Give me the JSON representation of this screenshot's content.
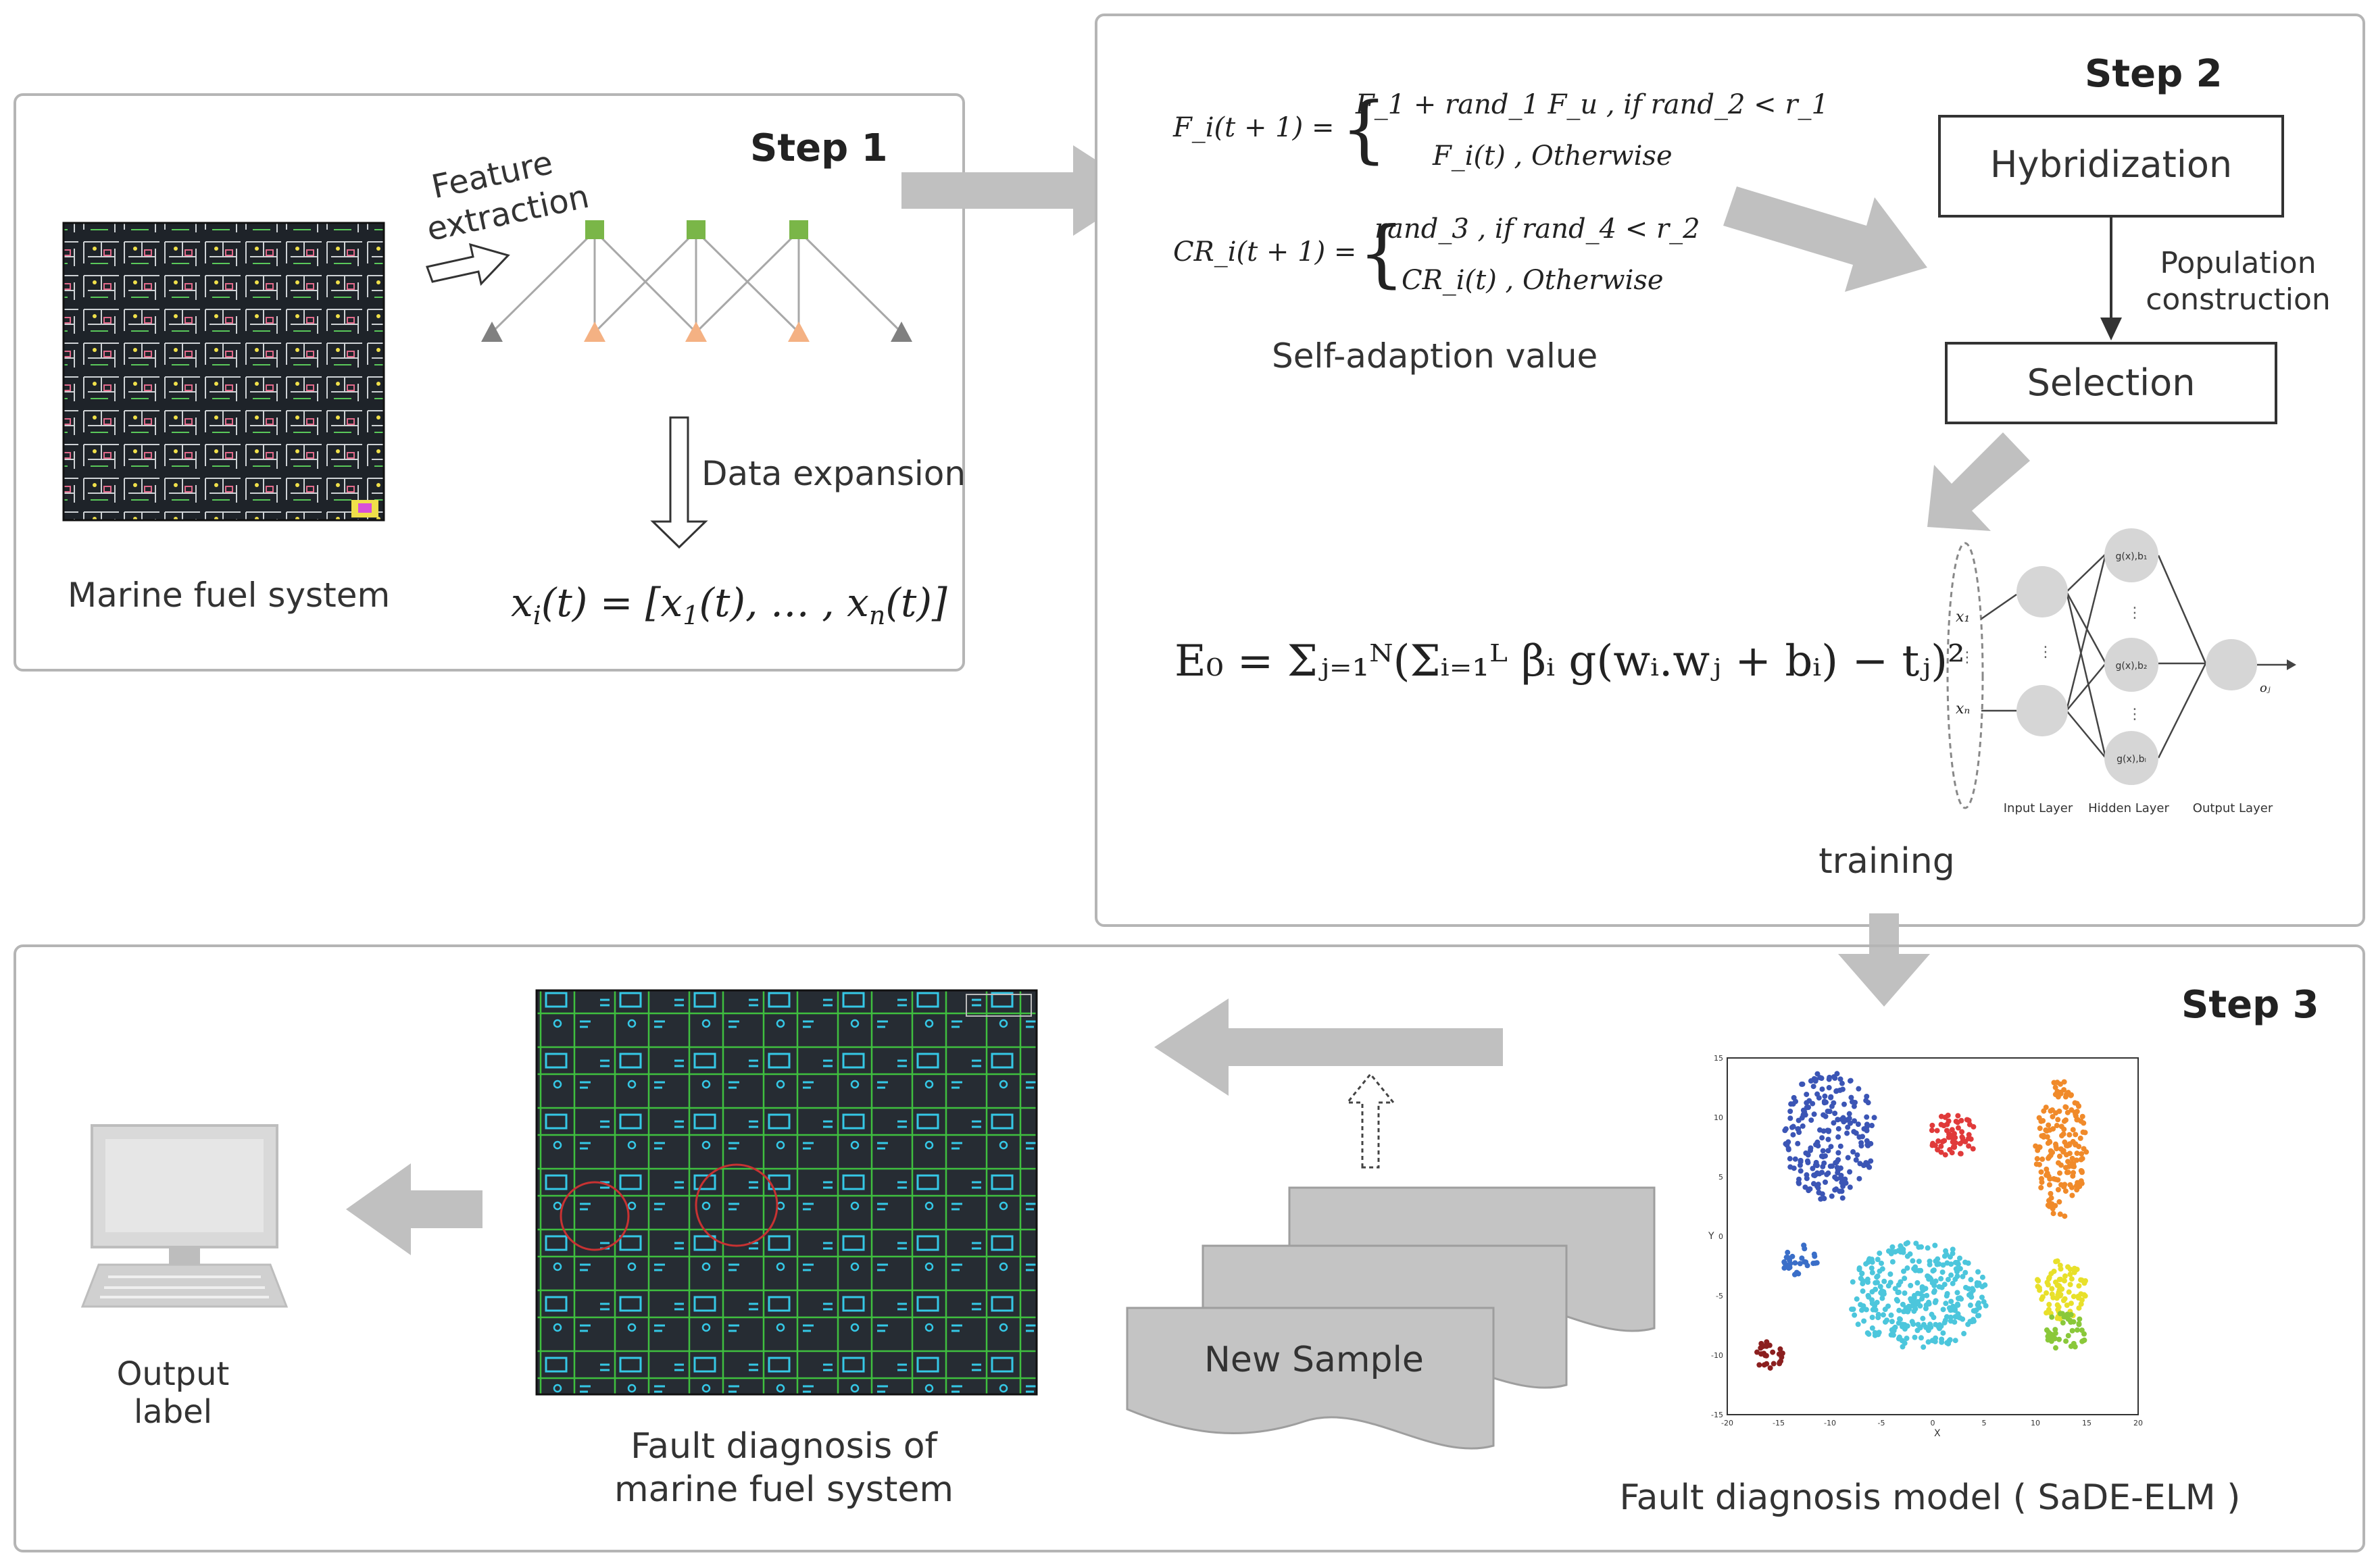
{
  "step1": {
    "title": "Step 1",
    "system_label": "Marine fuel system",
    "feature_line1": "Feature",
    "feature_line2": "extraction",
    "data_expansion": "Data expansion",
    "formula_x": "x",
    "formula_sub_i": "i",
    "formula_rest": "(t) = [x",
    "formula_sub_1": "1",
    "formula_mid": "(t), … , x",
    "formula_sub_n": "n",
    "formula_end": "(t)]"
  },
  "step2": {
    "title": "Step 2",
    "f_lhs": "F_i(t + 1) =",
    "f_case1": "F_1 + rand_1 F_u ,   if rand_2 < r_1",
    "f_case2": "F_i(t) ,   Otherwise",
    "cr_lhs": "CR_i(t + 1) =",
    "cr_case1": "rand_3 ,   if rand_4 < r_2",
    "cr_case2": "CR_i(t) ,   Otherwise",
    "self_adaption": "Self-adaption value",
    "hybridization": "Hybridization",
    "population_line1": "Population",
    "population_line2": "construction",
    "selection": "Selection",
    "energy_formula": "E₀ = Σⱼ₌₁ᴺ(Σᵢ₌₁ᴸ βᵢ g(wᵢ.wⱼ + bᵢ) − tⱼ)²",
    "nn_input_layer": "Input Layer",
    "nn_hidden_layer": "Hidden Layer",
    "nn_output_layer": "Output Layer",
    "nn_x1": "x₁",
    "nn_xn": "xₙ",
    "nn_o": "oⱼ",
    "nn_g1": "g(x),b₁",
    "nn_g2": "g(x),b₂",
    "nn_gl": "g(x),bₗ",
    "training": "training"
  },
  "step3": {
    "title": "Step 3",
    "output_line1": "Output",
    "output_line2": "label",
    "diag_line1": "Fault diagnosis of",
    "diag_line2": "marine fuel system",
    "new_sample": "New Sample",
    "model_label": "Fault diagnosis model ( SaDE-ELM )",
    "scatter_ylabel": "Y",
    "scatter_xlabel": "X"
  },
  "chart_data": {
    "type": "scatter",
    "xlim": [
      -20,
      20
    ],
    "ylim": [
      -15,
      15
    ],
    "x_ticks": [
      -20,
      -15,
      -10,
      -5,
      0,
      5,
      10,
      15,
      20
    ],
    "y_ticks": [
      -15,
      -10,
      -5,
      0,
      5,
      10,
      15
    ],
    "clusters": [
      {
        "color": "#3b55b5",
        "cx": -10,
        "cy": 8.5,
        "rx": 4.5,
        "ry": 5.5,
        "n": 220
      },
      {
        "color": "#e03a3a",
        "cx": 2,
        "cy": 8.5,
        "rx": 2.5,
        "ry": 1.8,
        "n": 60
      },
      {
        "color": "#f08a2a",
        "cx": 12.5,
        "cy": 7.5,
        "rx": 2.5,
        "ry": 6,
        "n": 170
      },
      {
        "color": "#3a6ec8",
        "cx": -13,
        "cy": -2,
        "rx": 1.8,
        "ry": 1.3,
        "n": 30
      },
      {
        "color": "#4cc6dc",
        "cx": -1.5,
        "cy": -5,
        "rx": 7,
        "ry": 4.5,
        "n": 320
      },
      {
        "color": "#e8e02a",
        "cx": 12.5,
        "cy": -4.5,
        "rx": 2.5,
        "ry": 2.5,
        "n": 80
      },
      {
        "color": "#8ac83a",
        "cx": 13,
        "cy": -8,
        "rx": 2,
        "ry": 1.8,
        "n": 40
      },
      {
        "color": "#8b1f1f",
        "cx": -16,
        "cy": -10,
        "rx": 1.5,
        "ry": 1.2,
        "n": 25
      }
    ]
  },
  "colors": {
    "arrow_gray": "#c0c0c0",
    "panel_border": "#b5b5b5",
    "dark_screen": "#232a30",
    "node_green": "#7ab648",
    "node_orange": "#f4b183",
    "node_gray": "#808080"
  }
}
